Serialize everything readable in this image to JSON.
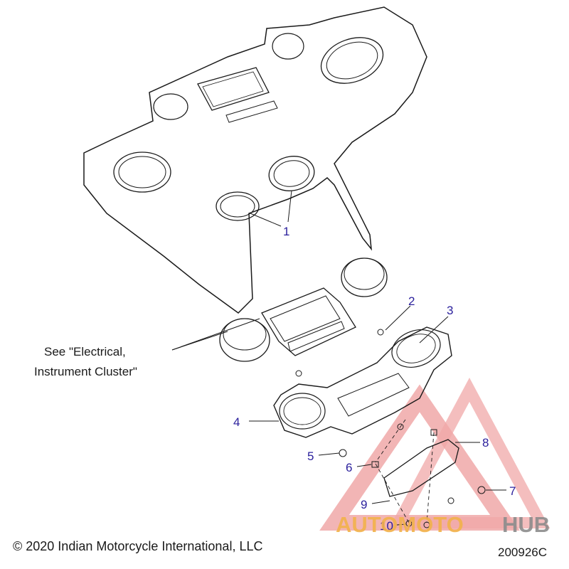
{
  "diagram": {
    "callouts": [
      {
        "id": "1",
        "label": "1",
        "color": "#2a1f9c"
      },
      {
        "id": "2",
        "label": "2",
        "color": "#2a1f9c"
      },
      {
        "id": "3",
        "label": "3",
        "color": "#2a1f9c"
      },
      {
        "id": "4",
        "label": "4",
        "color": "#2a1f9c"
      },
      {
        "id": "5",
        "label": "5",
        "color": "#2a1f9c"
      },
      {
        "id": "6",
        "label": "6",
        "color": "#2a1f9c"
      },
      {
        "id": "7",
        "label": "7",
        "color": "#2a1f9c"
      },
      {
        "id": "8",
        "label": "8",
        "color": "#2a1f9c"
      },
      {
        "id": "9",
        "label": "9",
        "color": "#2a1f9c"
      },
      {
        "id": "10",
        "label": "10",
        "color": "#2a1f9c"
      }
    ],
    "note_line1": "See \"Electrical,",
    "note_line2": "Instrument Cluster\"",
    "copyright": "© 2020 Indian Motorcycle International, LLC",
    "diagram_id": "200926C"
  },
  "watermark": {
    "part1": "AUTOMOTO",
    "part2": "HUB",
    "color_primary": "#f0a8a8",
    "color_accent": "#f2b24b",
    "color_grey": "#8c8c8c"
  }
}
